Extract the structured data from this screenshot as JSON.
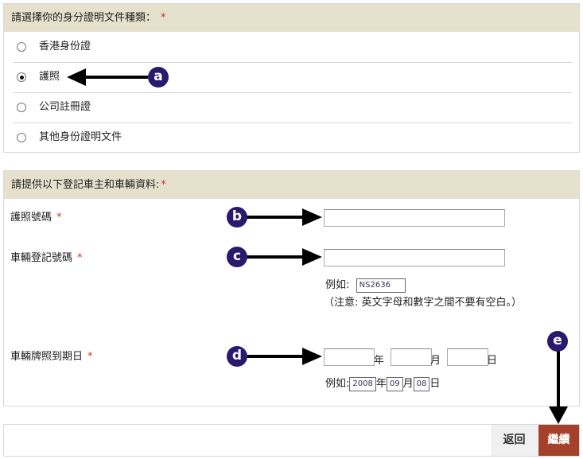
{
  "id_section": {
    "title": "請選擇你的身分證明文件種類：",
    "required": "*",
    "options": [
      {
        "label": "香港身份證",
        "selected": false
      },
      {
        "label": "護照",
        "selected": true
      },
      {
        "label": "公司註冊證",
        "selected": false
      },
      {
        "label": "其他身份證明文件",
        "selected": false
      }
    ]
  },
  "vehicle_section": {
    "title": "請提供以下登記車主和車輛資料:",
    "required": "*",
    "passport_label": "護照號碼",
    "reg_label": "車輛登記號碼",
    "example_prefix": "例如:",
    "reg_example": "NS2636",
    "note": "（注意: 英文字母和數字之間不要有空白。）",
    "expiry_label": "車輛牌照到期日",
    "year": "年",
    "month": "月",
    "day": "日",
    "expiry_example_prefix": "例如:",
    "ex_year": "2008",
    "ex_month": "09",
    "ex_day": "08",
    "passport_value": "",
    "reg_value": "",
    "year_value": "",
    "month_value": "",
    "day_value": ""
  },
  "footer": {
    "back": "返回",
    "continue": "繼續"
  },
  "annotations": [
    "a",
    "b",
    "c",
    "d",
    "e"
  ],
  "colors": {
    "header_bg": "#e6e1cd",
    "continue_bg": "#a5402a",
    "badge": "#2a1a6e"
  }
}
